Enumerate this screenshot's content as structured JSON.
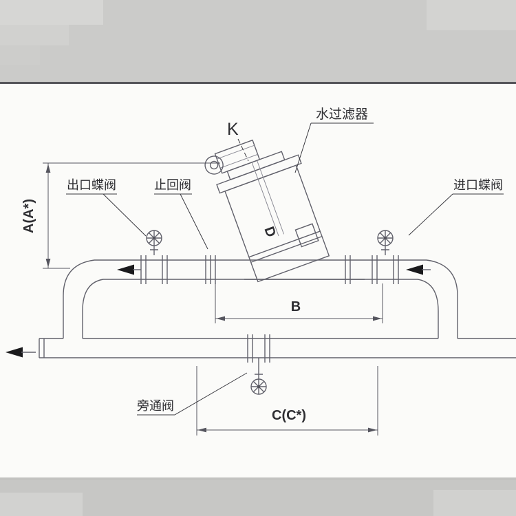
{
  "diagram": {
    "type": "piping-installation-drawing",
    "labels": {
      "water_filter": "水过滤器",
      "k_point": "K",
      "outlet_butterfly_valve": "出口蝶阀",
      "check_valve": "止回阀",
      "inlet_butterfly_valve": "进口蝶阀",
      "bypass_valve": "旁通阀",
      "vessel_mark": "D"
    },
    "dimensions": {
      "a": "A(A*)",
      "b": "B",
      "c": "C(C*)"
    },
    "flow_direction": "right-to-left",
    "colors": {
      "line": "#61616b",
      "text": "#2e2e32",
      "paper": "#fbfbf9",
      "matte": "#c7c7c5",
      "border": "#55555a",
      "arrow": "#1a1a1c"
    }
  }
}
